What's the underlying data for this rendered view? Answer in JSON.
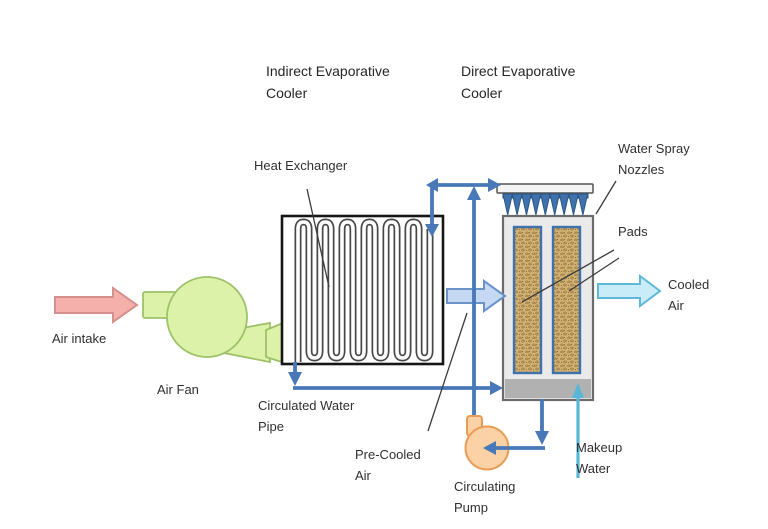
{
  "diagram": {
    "titles": {
      "indirect": "Indirect Evaporative\nCooler",
      "direct": "Direct Evaporative\nCooler"
    },
    "labels": {
      "heat_exchanger": "Heat Exchanger",
      "water_spray_nozzles": "Water Spray\nNozzles",
      "pads": "Pads",
      "cooled_air": "Cooled\nAir",
      "air_intake": "Air intake",
      "air_fan": "Air Fan",
      "circulated_water_pipe": "Circulated Water\nPipe",
      "pre_cooled_air": "Pre-Cooled\nAir",
      "circulating_pump": "Circulating\nPump",
      "makeup_water": "Makeup\nWater"
    },
    "colors": {
      "pipe": "#4878b8",
      "makeup": "#58b7d7",
      "intake_fill": "#f5b0ab",
      "intake_stroke": "#d4908d",
      "fan_fill": "#ddf2a9",
      "fan_stroke": "#9dc269",
      "precooled_fill": "#c5daf2",
      "precooled_stroke": "#6a93c8",
      "cooled_fill": "#c9edf8",
      "cooled_stroke": "#5fb8d8",
      "pump_fill": "#fbd1a6",
      "pump_stroke": "#ea9c57",
      "box_fill": "#eaeaea",
      "sump_fill": "#b1b1b1",
      "nozzle_fill": "#3f72ad",
      "nozzle_stroke": "#2c5787",
      "pad_stroke": "#3f72ad",
      "pad_base": "#d1b173",
      "pad_weave_dark": "#8f6f3a",
      "pad_weave_mid": "#b08f4e"
    }
  }
}
